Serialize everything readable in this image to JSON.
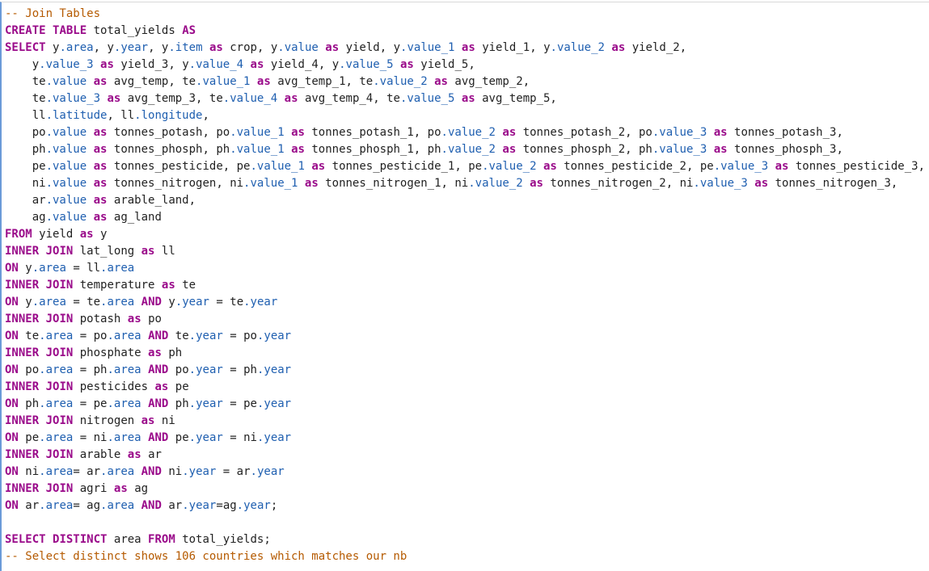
{
  "editor": {
    "language": "sql",
    "keywords": [
      "CREATE",
      "TABLE",
      "AS",
      "as",
      "SELECT",
      "FROM",
      "INNER",
      "JOIN",
      "ON",
      "AND",
      "DISTINCT"
    ],
    "colors": {
      "keyword": "#9a0a8a",
      "property": "#1f5fb0",
      "comment": "#b55a00",
      "text": "#222222"
    },
    "lines": [
      "-- Join Tables",
      "CREATE TABLE total_yields AS",
      "SELECT y.area, y.year, y.item as crop, y.value as yield, y.value_1 as yield_1, y.value_2 as yield_2,",
      "    y.value_3 as yield_3, y.value_4 as yield_4, y.value_5 as yield_5,",
      "    te.value as avg_temp, te.value_1 as avg_temp_1, te.value_2 as avg_temp_2,",
      "    te.value_3 as avg_temp_3, te.value_4 as avg_temp_4, te.value_5 as avg_temp_5,",
      "    ll.latitude, ll.longitude,",
      "    po.value as tonnes_potash, po.value_1 as tonnes_potash_1, po.value_2 as tonnes_potash_2, po.value_3 as tonnes_potash_3,",
      "    ph.value as tonnes_phosph, ph.value_1 as tonnes_phosph_1, ph.value_2 as tonnes_phosph_2, ph.value_3 as tonnes_phosph_3,",
      "    pe.value as tonnes_pesticide, pe.value_1 as tonnes_pesticide_1, pe.value_2 as tonnes_pesticide_2, pe.value_3 as tonnes_pesticide_3,",
      "    ni.value as tonnes_nitrogen, ni.value_1 as tonnes_nitrogen_1, ni.value_2 as tonnes_nitrogen_2, ni.value_3 as tonnes_nitrogen_3,",
      "    ar.value as arable_land,",
      "    ag.value as ag_land",
      "FROM yield as y",
      "INNER JOIN lat_long as ll",
      "ON y.area = ll.area",
      "INNER JOIN temperature as te",
      "ON y.area = te.area AND y.year = te.year",
      "INNER JOIN potash as po",
      "ON te.area = po.area AND te.year = po.year",
      "INNER JOIN phosphate as ph",
      "ON po.area = ph.area AND po.year = ph.year",
      "INNER JOIN pesticides as pe",
      "ON ph.area = pe.area AND ph.year = pe.year",
      "INNER JOIN nitrogen as ni",
      "ON pe.area = ni.area AND pe.year = ni.year",
      "INNER JOIN arable as ar",
      "ON ni.area= ar.area AND ni.year = ar.year",
      "INNER JOIN agri as ag",
      "ON ar.area= ag.area AND ar.year=ag.year;",
      "",
      "SELECT DISTINCT area FROM total_yields;",
      "-- Select distinct shows 106 countries which matches our nb"
    ]
  }
}
